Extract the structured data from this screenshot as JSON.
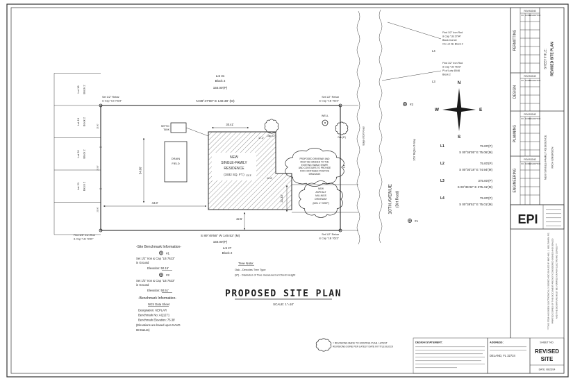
{
  "strip": {
    "sections": [
      "PERMITTING",
      "DESIGN",
      "PLANNING",
      "ENGINEERING"
    ],
    "revisions": "REVISIONS",
    "cols": {
      "no": "NO.",
      "date": "DATE",
      "desc": "DESCRIPTION"
    },
    "sheet_title_label": "SHEET TITLE:",
    "sheet_title": "REVISED SITE PLAN",
    "project": "NEW SINGLE-FAMILY RESIDENCE",
    "client": "RICH EMERSON",
    "logo": "EPI",
    "disclaimer": [
      "***THIS ITEM HAS BEEN ELECTRONICALLY SIGNED AND SEALED BY MICHAEL J. WOLTMANN, P.E.",
      "PRINTED COPIES OF THIS DOCUMENT ARE NOT CONSIDERED SIGNED AND SEALED",
      "AND THE SIGNATURE MUST BE VERIFIED ON ANY ELECTRONIC COPIES.***"
    ],
    "design_statement_label": "DESIGN STATEMENT:",
    "address_label": "ADDRESS:",
    "address": "DELAND, FL 32724",
    "sheet_no_label": "SHEET NO.",
    "sheet_name": [
      "REVISED",
      "SITE"
    ],
    "date": "DATE: 08/25/24"
  },
  "plan": {
    "title": "PROPOSED SITE PLAN",
    "scale": "SCALE: 1\"=10'",
    "north_lot": [
      "Lot 31",
      "Block 2"
    ],
    "south_lot": [
      "Lot 27",
      "Block 2"
    ],
    "west_lots": [
      [
        "Lot 18",
        "Block 2"
      ],
      [
        "Lot 19",
        "Block 2"
      ],
      [
        "Lot 20",
        "Block 2"
      ],
      [
        "Lot 21",
        "Block 2"
      ]
    ],
    "tick": "25.00'",
    "top_plat": "150.00'(P)",
    "top_bearing": "N 89°47'08\" E  149.39' (M)",
    "bottom_bearing": "S 89°49'56\" W  149.52' (M)",
    "bottom_plat": "150.00'(P)",
    "corner_nw": [
      "Set 1/2\" Rebar",
      "& Cap \"LB 7623\""
    ],
    "corner_ne": [
      "Set 1/2\" Rebar",
      "& Cap \"LB 7623\""
    ],
    "corner_se": [
      "Set 1/2\" Rebar",
      "& Cap \"LB 7623\""
    ],
    "corner_sw": [
      "Find 5/8\" Iron Rod",
      "& Cap \"LB 7230\""
    ],
    "find_ne": [
      "Find 1/2\" Iron Rod",
      "& Cap \"LB 2794\"",
      "Block Corner",
      "On Lot 48, Block 2"
    ],
    "find_e": [
      "Find 1/2\" Iron Rod",
      "& Cap \"LB 7623\"",
      "PI of Lots 45/46",
      "Block 2"
    ],
    "l_tags": {
      "l1": "L1",
      "l3": "L3",
      "l4": "L4"
    },
    "house": [
      "NEW",
      "SINGLE-FAMILY",
      "RESIDENCE",
      "(1932 SQ. FT.)"
    ],
    "septic": [
      "SEPTIC",
      "TANK"
    ],
    "drain": [
      "DRAIN",
      "FIELD"
    ],
    "driveway": [
      "NEW",
      "ASPHALT",
      "MILLINGS",
      "DRIVEWAY",
      "(MIN. 4\" DEEP)"
    ],
    "swale_note": [
      "PROPOSED DRIVEWAY AND",
      "MUST BE GRADED TO THE",
      "EXISTING SWALE SHAPE",
      "AND CONTOURS TO PROVIDE",
      "FOR CONTINUED POSITIVE",
      "DRAINAGE"
    ],
    "well": "WELL",
    "dims": {
      "front": "30.41'",
      "west": "54.66'",
      "rear_west": "44.8'",
      "rear": "42.5'",
      "drive": "21.33'",
      "d1": "17.2'",
      "d2": "13.3'",
      "d3": "12.6'"
    },
    "road": {
      "name": "10TH AVENUE",
      "type": "(Dirt Road)",
      "row": "160' Right-of-Way",
      "edge": "Edge of Dirt Road"
    },
    "bm_tags": {
      "bm1": "#1",
      "bm2": "#2"
    },
    "compass": {
      "n": "N",
      "s": "S",
      "e": "E",
      "w": "W"
    },
    "line_table": [
      {
        "id": "L1",
        "plat": "75.00'(P)",
        "meas": "S 00°36'05\" E  75.06'(M)"
      },
      {
        "id": "L2",
        "plat": "75.00'(P)",
        "meas": "S 00°30'18\" E  74.94'(M)"
      },
      {
        "id": "L3",
        "plat": "375.00'(P)",
        "meas": "S 00°35'32\" E  375.41'(M)"
      },
      {
        "id": "L4",
        "plat": "75.00'(P)",
        "meas": "S 00°38'52\" E  75.01'(M)"
      }
    ],
    "trees": {
      "a": "Oak (12\")",
      "b": "Oak (8\")"
    },
    "benchmarks": {
      "header": "-Site Benchmark Information-",
      "bm1_tag": "#1",
      "bm1_l1": "Set 1/2\" Iron & Cap \"LB 7623\"",
      "bm1_l2": "in Ground",
      "bm1_elev": "Elevation: 50.15'",
      "bm2_tag": "#2",
      "bm2_l1": "Set 1/2\" Iron & Cap \"LB 7623\"",
      "bm2_l2": "in Ground",
      "bm2_elev": "Elevation: 50.51'",
      "header2": "-Benchmark Information-",
      "ngs": "NGS Data Sheet",
      "designation": "Designation: KEPLAR",
      "number": "Benchmark No: AQ1271",
      "elevation": "Benchmark Elevation: 75.39'",
      "datum": [
        "(Elevations are based upon NAVD",
        "88 Datum)"
      ]
    },
    "tree_note": {
      "header": "Tree Note:",
      "l1": "Oak  -  Denotes Tree Type",
      "l2": "(8\")  -  Diameter of Tree measured at Chest Height"
    },
    "revision_note": [
      "= REVISIONS MADE TO EXISTING PLAN. LATEST",
      "REVISIONS DONE PER LATEST DATE IN TITLE BLOCK"
    ]
  }
}
